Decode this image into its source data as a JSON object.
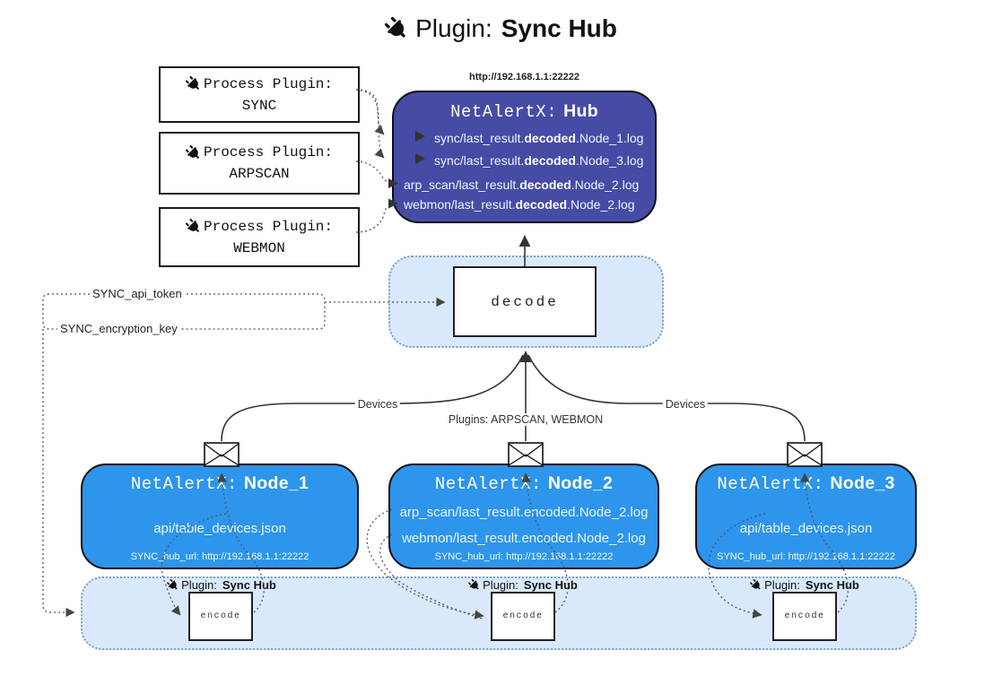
{
  "title": {
    "prefix": "Plugin:",
    "name": "Sync Hub"
  },
  "process_plugins": [
    {
      "label": "Process Plugin:",
      "name": "SYNC"
    },
    {
      "label": "Process Plugin:",
      "name": "ARPSCAN"
    },
    {
      "label": "Process Plugin:",
      "name": "WEBMON"
    }
  ],
  "hub": {
    "url": "http://192.168.1.1:22222",
    "name_prefix": "NetAlertX:",
    "name": "Hub",
    "logs": [
      {
        "pre": "sync/last_result.",
        "bold": "decoded",
        "post": ".Node_1.log"
      },
      {
        "pre": "sync/last_result.",
        "bold": "decoded",
        "post": ".Node_3.log"
      },
      {
        "pre": "arp_scan/last_result.",
        "bold": "decoded",
        "post": ".Node_2.log"
      },
      {
        "pre": "webmon/last_result.",
        "bold": "decoded",
        "post": ".Node_2.log"
      }
    ]
  },
  "decode_box": {
    "label": "decode"
  },
  "settings": {
    "api_token": "SYNC_api_token",
    "encryption_key": "SYNC_encryption_key"
  },
  "edge_labels": {
    "devices_left": "Devices",
    "plugins_center": "Plugins: ARPSCAN, WEBMON",
    "devices_right": "Devices"
  },
  "nodes": [
    {
      "name_prefix": "NetAlertX:",
      "name": "Node_1",
      "files": [
        "api/table_devices.json"
      ],
      "hub_url": "SYNC_hub_url: http://192.168.1.1:22222"
    },
    {
      "name_prefix": "NetAlertX:",
      "name": "Node_2",
      "files": [
        "arp_scan/last_result.encoded.Node_2.log",
        "webmon/last_result.encoded.Node_2.log"
      ],
      "hub_url": "SYNC_hub_url: http://192.168.1.1:22222"
    },
    {
      "name_prefix": "NetAlertX:",
      "name": "Node_3",
      "files": [
        "api/table_devices.json"
      ],
      "hub_url": "SYNC_hub_url: http://192.168.1.1:22222"
    }
  ],
  "encode_band": {
    "plugin_prefix": "Plugin:",
    "plugin_name": "Sync Hub",
    "encode_label": "encode"
  },
  "colors": {
    "hub_fill": "#464ba6",
    "node_fill": "#2d95ec",
    "panel_fill": "#d9e9fb",
    "panel_border": "#7da0c4",
    "line": "#333333"
  }
}
